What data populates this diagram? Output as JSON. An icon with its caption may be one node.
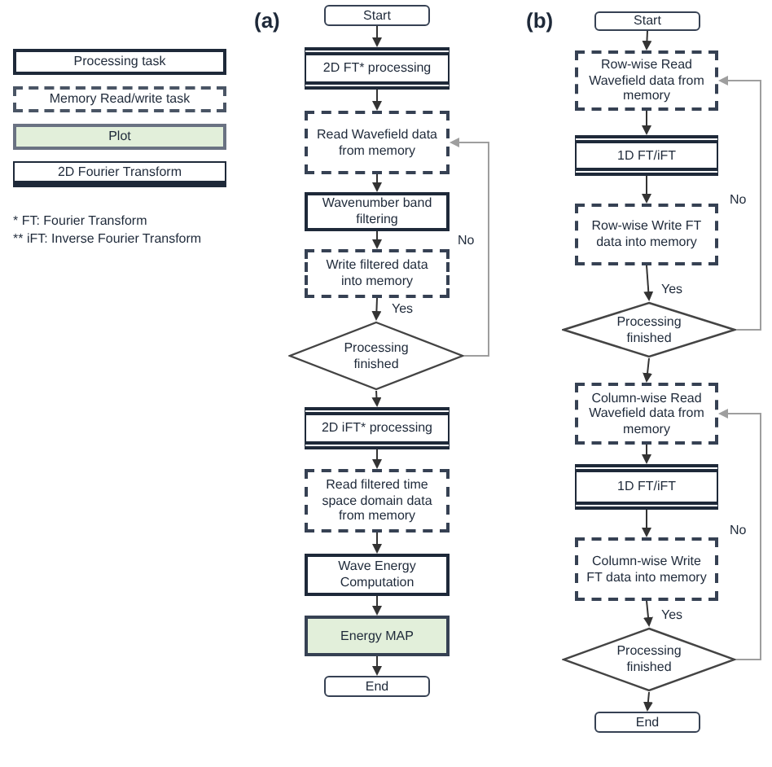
{
  "diagram": {
    "nodes": [
      {
        "text": [
          "Start"
        ]
      },
      {
        "text": [
          "2D FT* processing"
        ]
      },
      {
        "text": [
          "Read Wavefield data from memory"
        ]
      },
      {
        "text": [
          "Wavenumber band filtering"
        ]
      },
      {
        "text": [
          "Write filtered data into memory"
        ]
      },
      {
        "text": [
          "Processing finished"
        ]
      },
      {
        "text": [
          "2D iFT* processing"
        ]
      },
      {
        "text": [
          "Read filtered time space domain data from memory"
        ]
      },
      {
        "text": [
          "Wave Energy Computation"
        ]
      },
      {
        "text": [
          "Energy MAP"
        ]
      },
      {
        "text": [
          "End"
        ]
      },
      {
        "text": [
          "Start"
        ]
      },
      {
        "text": [
          "Row-wise Read Wavefield data from memory"
        ]
      },
      {
        "text": [
          "1D FT/iFT"
        ]
      },
      {
        "text": [
          "Row-wise Write FT data into memory"
        ]
      },
      {
        "text": [
          "Processing finished"
        ]
      },
      {
        "text": [
          "Column-wise Read Wavefield data from memory"
        ]
      },
      {
        "text": [
          "1D FT/iFT"
        ]
      },
      {
        "text": [
          "Column-wise Write FT data into memory"
        ]
      },
      {
        "text": [
          "Processing finished"
        ]
      },
      {
        "text": [
          "End"
        ]
      }
    ],
    "edges": [
      {
        "from": 0,
        "to": 1,
        "arrow": "to"
      },
      {
        "from": 1,
        "to": 2,
        "arrow": "to"
      },
      {
        "from": 2,
        "to": 3,
        "arrow": "to"
      },
      {
        "from": 3,
        "to": 4,
        "arrow": "to"
      },
      {
        "from": 4,
        "to": 5,
        "arrow": "to",
        "label": "Yes"
      },
      {
        "from": 5,
        "to": 2,
        "arrow": "to",
        "label": "No",
        "color": "#9e9e9e"
      },
      {
        "from": 5,
        "to": 6,
        "arrow": "to"
      },
      {
        "from": 6,
        "to": 7,
        "arrow": "to"
      },
      {
        "from": 7,
        "to": 8,
        "arrow": "to"
      },
      {
        "from": 8,
        "to": 9,
        "arrow": "to"
      },
      {
        "from": 9,
        "to": 10,
        "arrow": "to"
      },
      {
        "from": 11,
        "to": 12,
        "arrow": "to"
      },
      {
        "from": 12,
        "to": 13,
        "arrow": "to"
      },
      {
        "from": 13,
        "to": 14,
        "arrow": "to"
      },
      {
        "from": 14,
        "to": 15,
        "arrow": "to",
        "label": "Yes"
      },
      {
        "from": 15,
        "to": 12,
        "arrow": "to",
        "label": "No",
        "color": "#9e9e9e"
      },
      {
        "from": 15,
        "to": 16,
        "arrow": "to"
      },
      {
        "from": 16,
        "to": 17,
        "arrow": "to"
      },
      {
        "from": 17,
        "to": 18,
        "arrow": "to"
      },
      {
        "from": 18,
        "to": 19,
        "arrow": "to",
        "label": "Yes"
      },
      {
        "from": 19,
        "to": 16,
        "arrow": "to",
        "label": "No",
        "color": "#9e9e9e"
      },
      {
        "from": 19,
        "to": 20,
        "arrow": "to"
      }
    ],
    "labels": [
      "(a)",
      "(b)",
      "* FT: Fourier Transform",
      "** iFT: Inverse Fourier Transform"
    ],
    "legend": [
      {
        "text": "Processing task"
      },
      {
        "text": "Memory Read/write task"
      },
      {
        "text": "Plot",
        "color": "#e2efda"
      },
      {
        "text": "2D Fourier Transform"
      }
    ]
  }
}
